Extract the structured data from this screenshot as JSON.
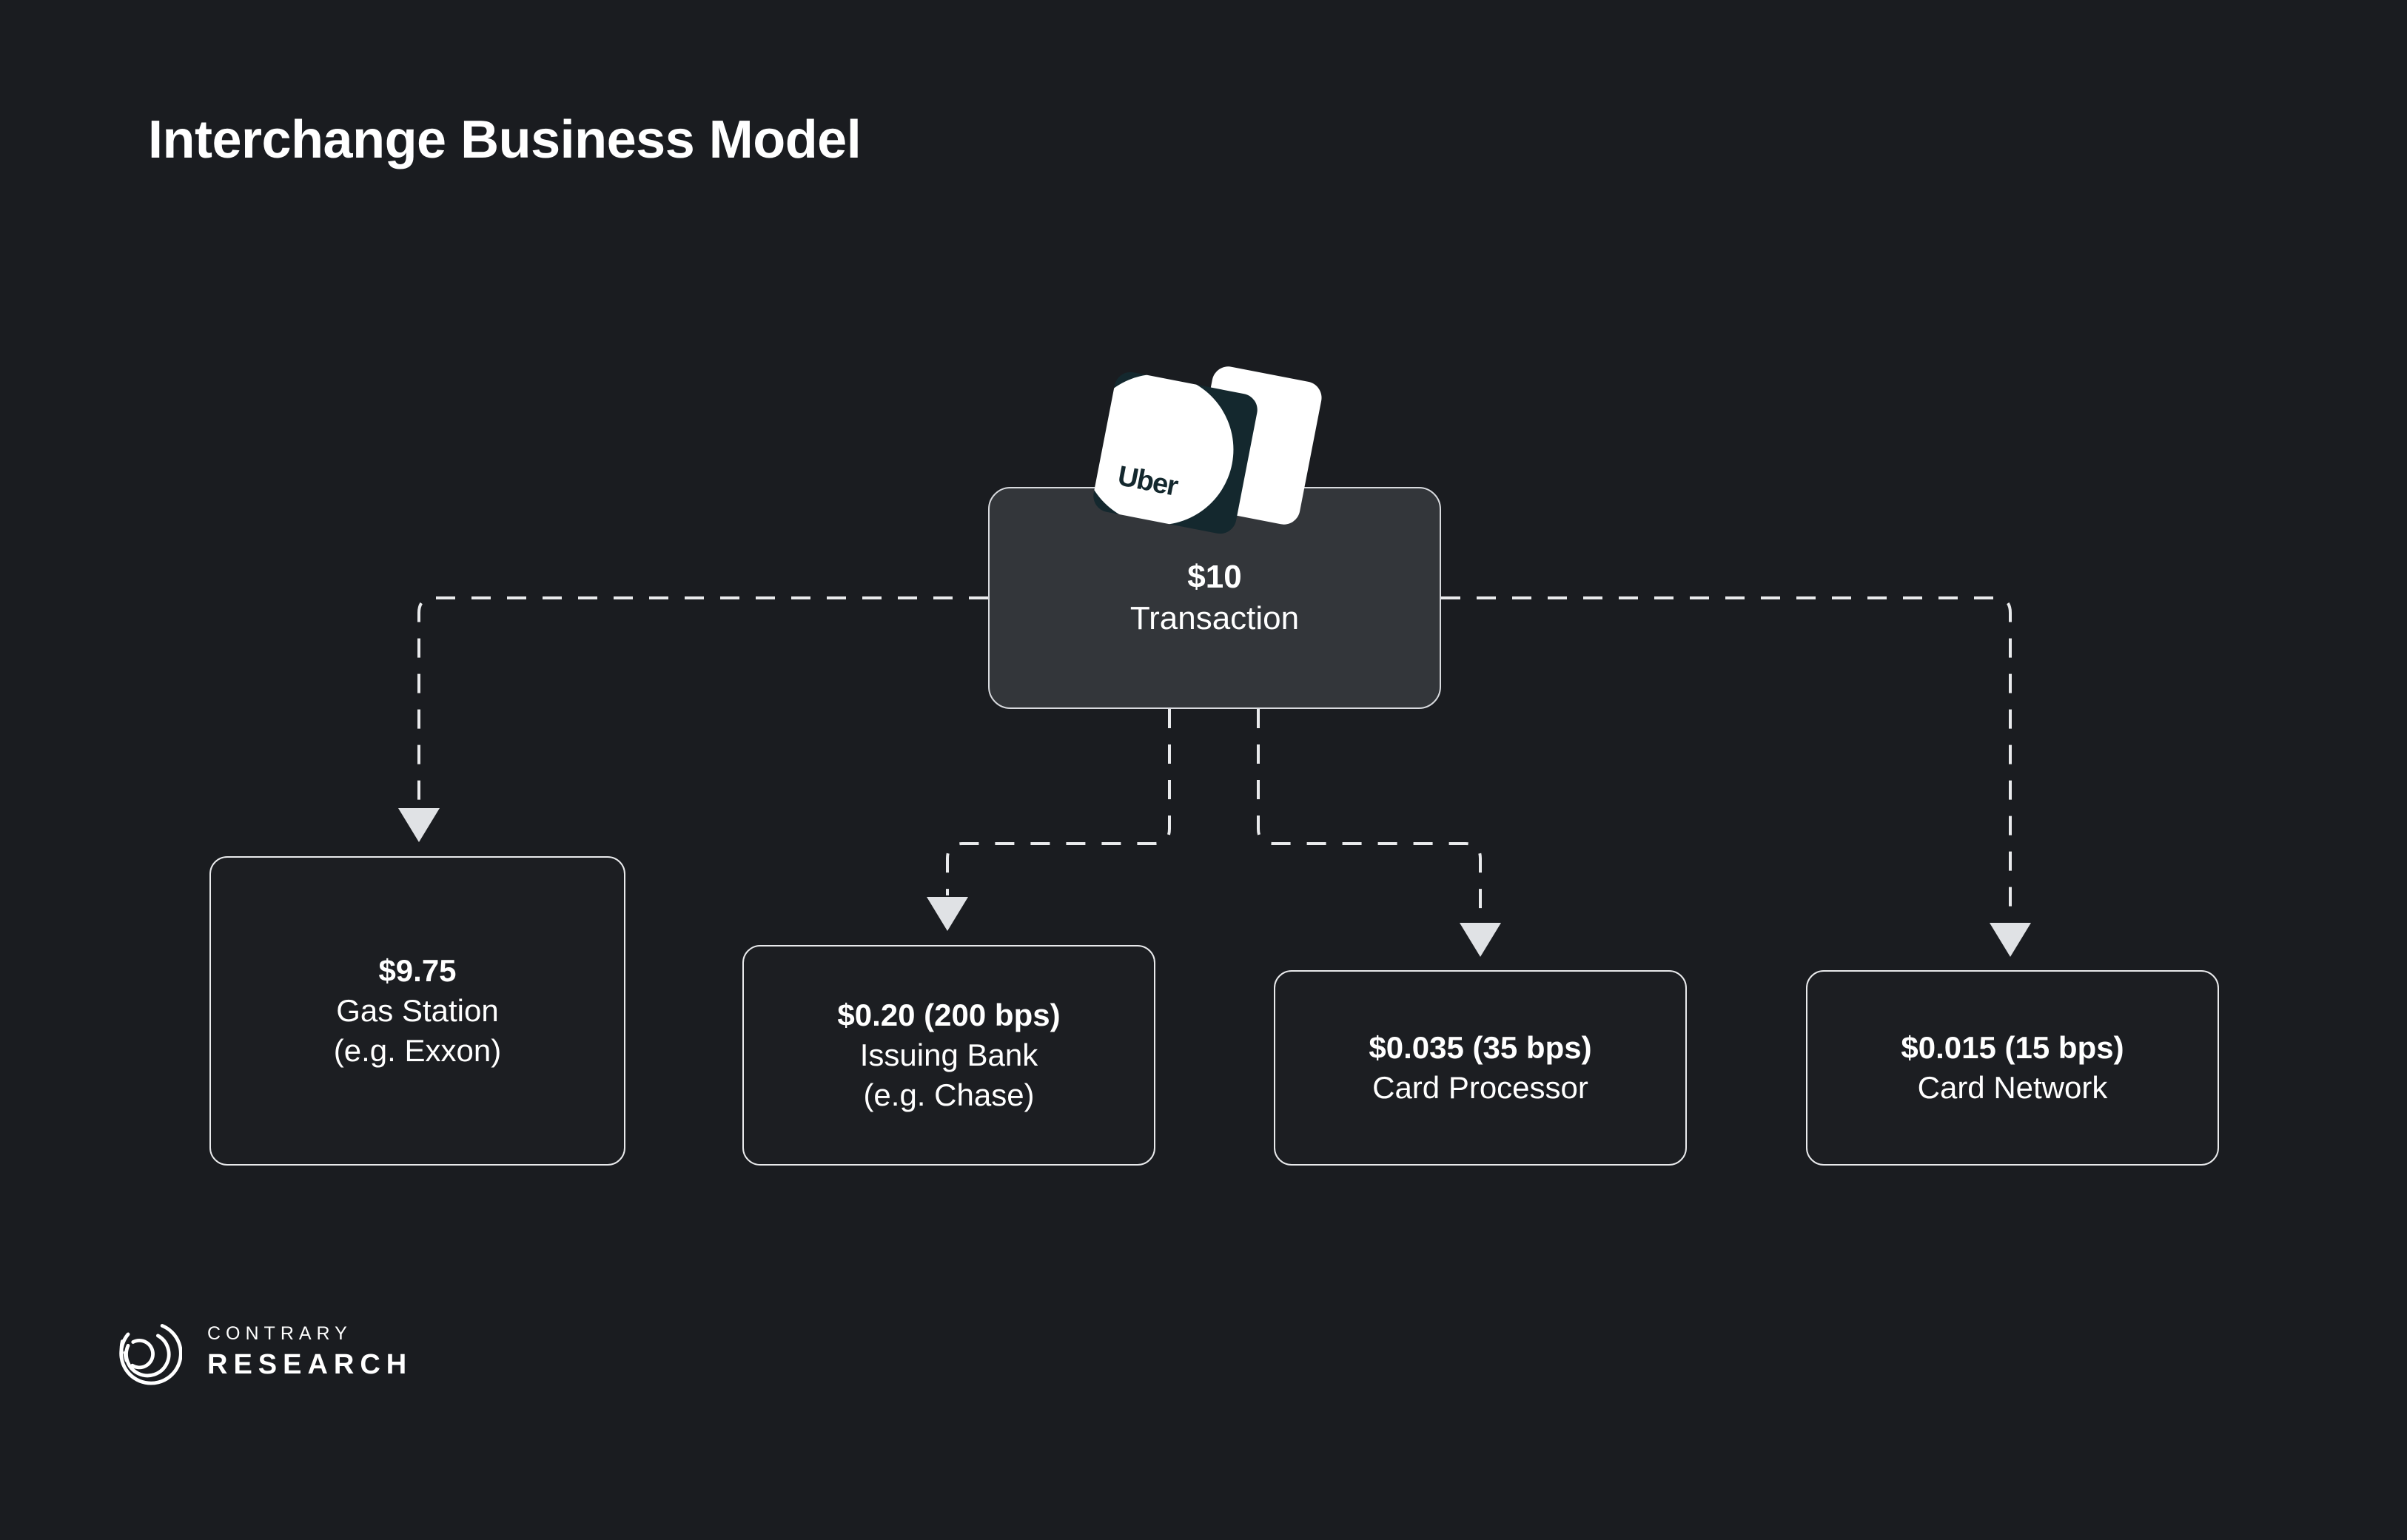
{
  "page": {
    "title": "Interchange Business Model",
    "background_color": "#1a1c20"
  },
  "colors": {
    "background": "#1a1c20",
    "root_node_fill": "#33363a",
    "node_fill": "#1c1e22",
    "node_border": "#e9eaec",
    "text": "#ffffff",
    "connector": "#e9eaec",
    "uber_card_dark": "#14282e",
    "uber_card_white": "#ffffff"
  },
  "root_node": {
    "amount": "$10",
    "label": "Transaction",
    "logo": {
      "brand": "Uber",
      "icon_name": "uber-payment-card"
    }
  },
  "nodes": [
    {
      "id": "gas-station",
      "amount": "$9.75",
      "label_line1": "Gas Station",
      "label_line2": "(e.g. Exxon)"
    },
    {
      "id": "issuing-bank",
      "amount": "$0.20 (200 bps)",
      "label_line1": "Issuing Bank",
      "label_line2": "(e.g. Chase)"
    },
    {
      "id": "card-processor",
      "amount": "$0.035 (35 bps)",
      "label_line1": "Card Processor",
      "label_line2": ""
    },
    {
      "id": "card-network",
      "amount": "$0.015 (15 bps)",
      "label_line1": "Card Network",
      "label_line2": ""
    }
  ],
  "brand": {
    "line1": "CONTRARY",
    "line2": "RESEARCH",
    "mark_name": "contrary-spiral-logo"
  }
}
